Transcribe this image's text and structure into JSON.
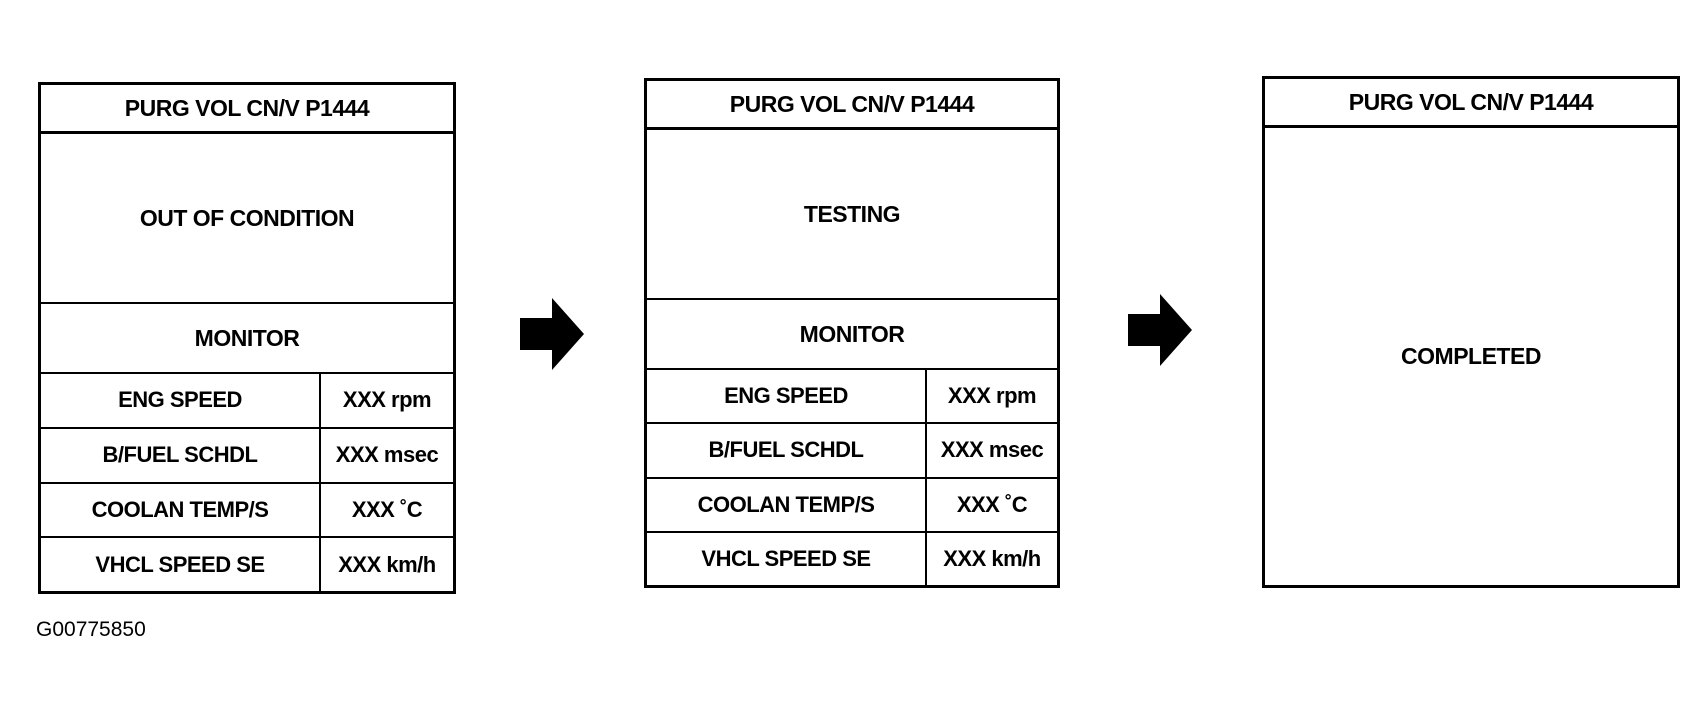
{
  "screens": [
    {
      "header": "PURG VOL CN/V P1444",
      "status": "OUT OF CONDITION",
      "monitor_title": "MONITOR",
      "rows": [
        {
          "name": "ENG SPEED",
          "value": "XXX rpm"
        },
        {
          "name": "B/FUEL SCHDL",
          "value": "XXX msec"
        },
        {
          "name": "COOLAN TEMP/S",
          "value": "XXX ˚C"
        },
        {
          "name": "VHCL SPEED SE",
          "value": "XXX km/h"
        }
      ]
    },
    {
      "header": "PURG VOL CN/V P1444",
      "status": "TESTING",
      "monitor_title": "MONITOR",
      "rows": [
        {
          "name": "ENG SPEED",
          "value": "XXX rpm"
        },
        {
          "name": "B/FUEL SCHDL",
          "value": "XXX msec"
        },
        {
          "name": "COOLAN TEMP/S",
          "value": "XXX ˚C"
        },
        {
          "name": "VHCL SPEED SE",
          "value": "XXX km/h"
        }
      ]
    },
    {
      "header": "PURG VOL CN/V P1444",
      "status": "COMPLETED"
    }
  ],
  "arrows": [
    {
      "icon": "right-arrow-icon",
      "color": "#000000"
    },
    {
      "icon": "right-arrow-icon",
      "color": "#000000"
    }
  ],
  "figure_code": "G00775850"
}
